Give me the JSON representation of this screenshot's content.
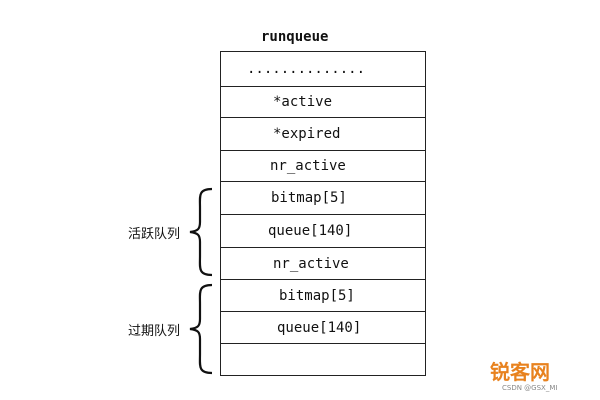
{
  "title": "runqueue",
  "rows": [
    "..............",
    "*active",
    "*expired",
    "nr_active",
    "bitmap[5]",
    "queue[140]",
    "nr_active",
    "bitmap[5]",
    "queue[140]",
    ""
  ],
  "groups": {
    "active": {
      "label": "活跃队列"
    },
    "expired": {
      "label": "过期队列"
    }
  },
  "watermark": "锐客网",
  "credit": "CSDN @GSX_MI"
}
